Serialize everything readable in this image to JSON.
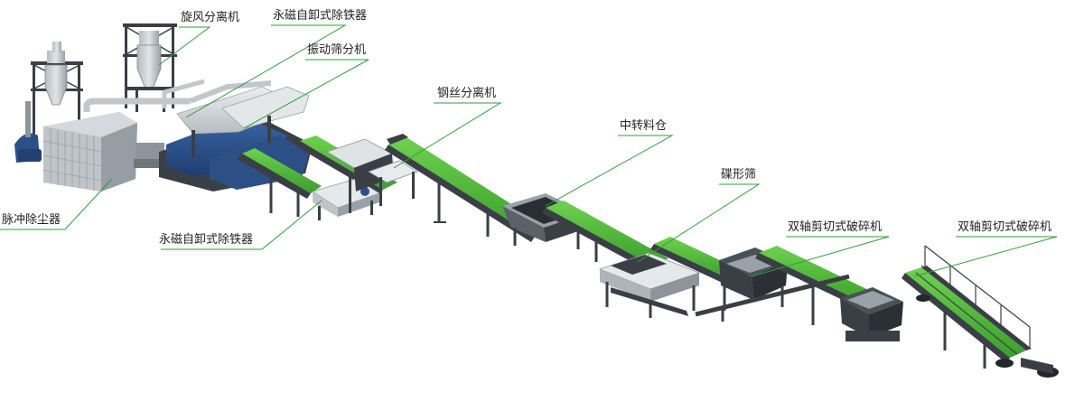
{
  "labels": {
    "cyclone": "旋风分离机",
    "magnet_top": "永磁自卸式除铁器",
    "vibrating_screen": "振动筛分机",
    "steel_wire": "钢丝分离机",
    "transfer_bin": "中转料仓",
    "disc_screen": "碟形筛",
    "shredder_1": "双轴剪切式破碎机",
    "shredder_2": "双轴剪切式破碎机",
    "magnet_bottom": "永磁自卸式除铁器",
    "dust_collector": "脉冲除尘器"
  },
  "colors": {
    "belt_green": "#4cbb3a",
    "frame_dark": "#3a3f46",
    "steel_light": "#c9cdd2",
    "steel_mid": "#8d949c",
    "machine_blue": "#2c4f86",
    "leader_green": "#2f9e3a",
    "text": "#222222"
  }
}
